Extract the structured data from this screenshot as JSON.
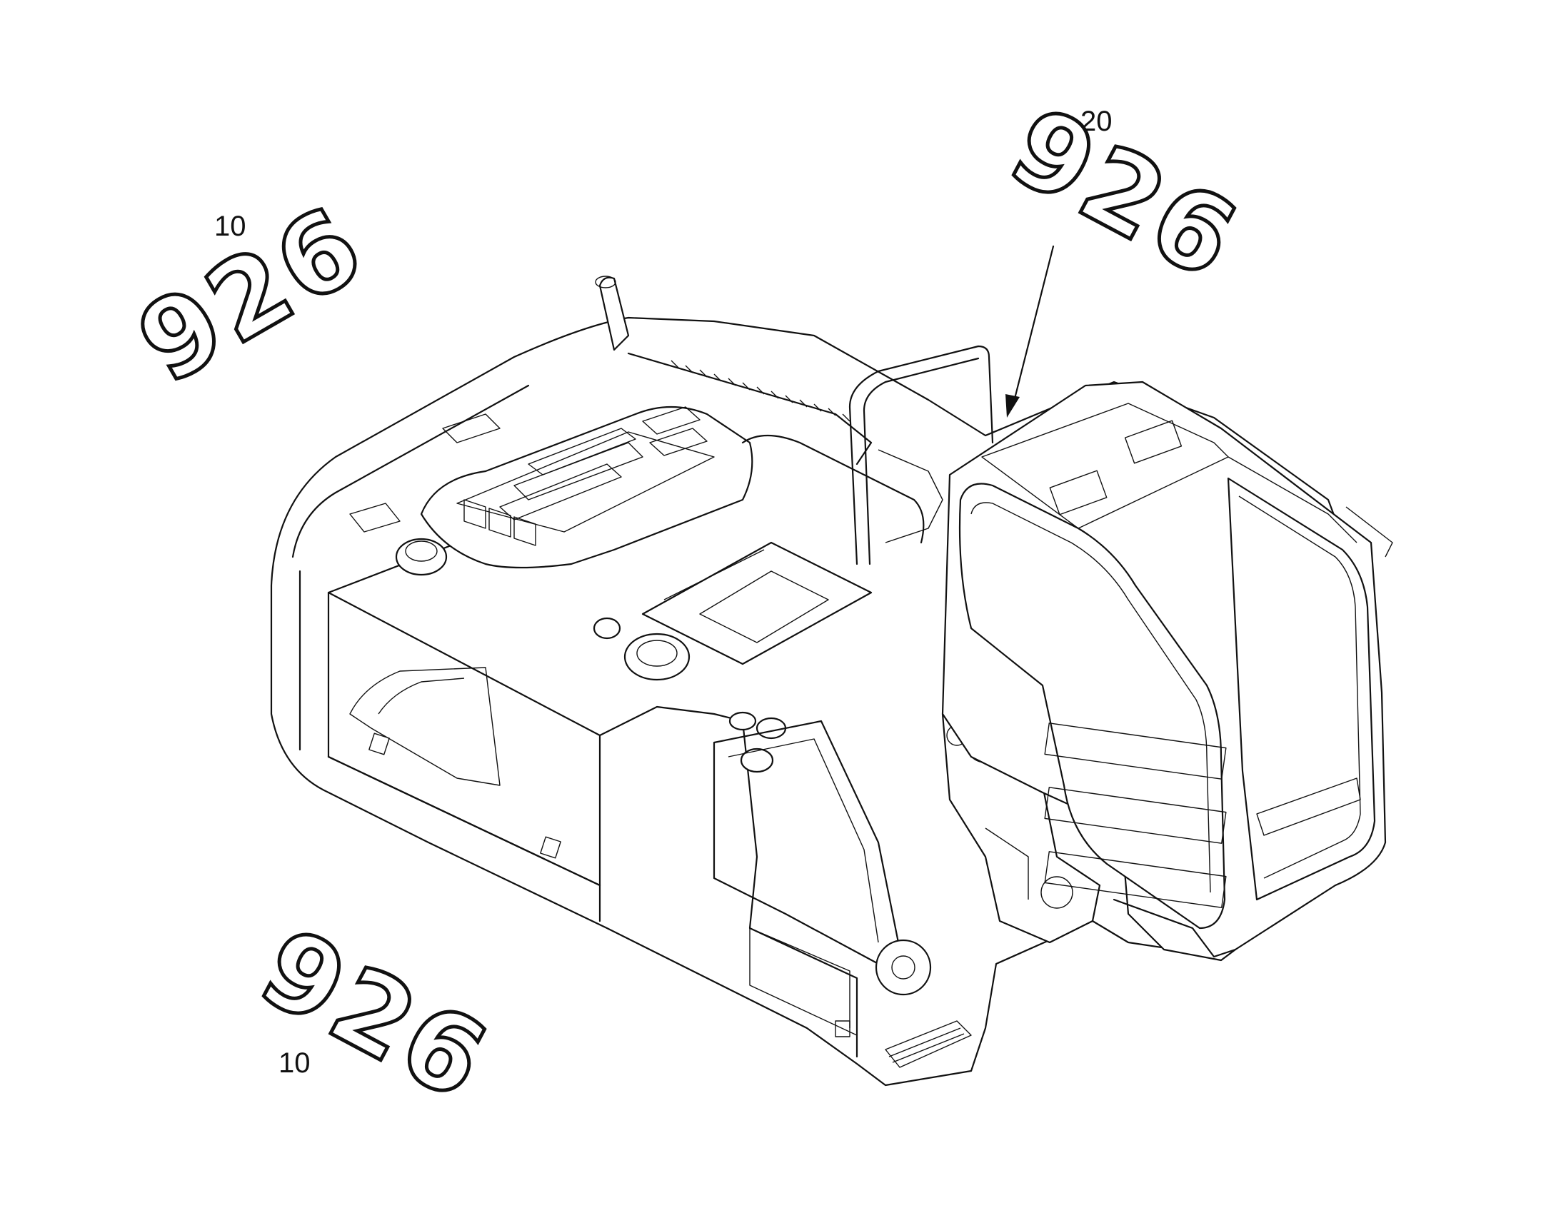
{
  "callouts": [
    {
      "id": "callout-10-upper",
      "text": "10"
    },
    {
      "id": "callout-20",
      "text": "20"
    },
    {
      "id": "callout-10-lower",
      "text": "10"
    }
  ],
  "decals": [
    {
      "id": "decal-upper-left",
      "text": "926"
    },
    {
      "id": "decal-upper-right",
      "text": "926"
    },
    {
      "id": "decal-lower-left",
      "text": "926"
    }
  ],
  "colors": {
    "stroke": "#111111",
    "background": "#ffffff"
  }
}
